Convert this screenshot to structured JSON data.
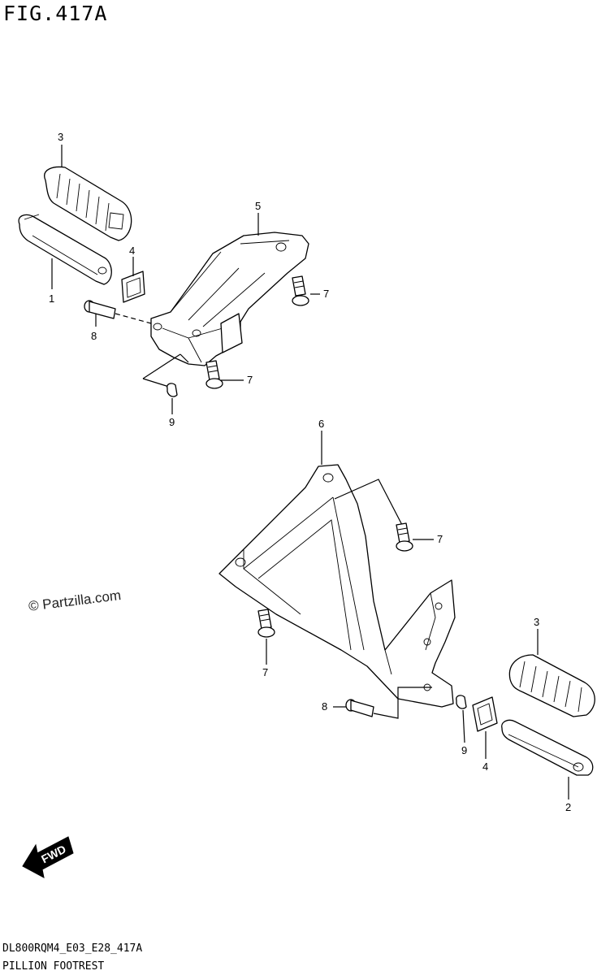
{
  "figure": {
    "title": "FIG.417A",
    "drawing_code": "DL800RQM4_E03_E28_417A",
    "caption": "PILLION FOOTREST",
    "watermark": "© Partzilla.com",
    "fwd_label": "FWD"
  },
  "callouts": [
    "1",
    "2",
    "3",
    "3",
    "4",
    "4",
    "5",
    "6",
    "7",
    "7",
    "7",
    "7",
    "8",
    "8",
    "9",
    "9"
  ]
}
